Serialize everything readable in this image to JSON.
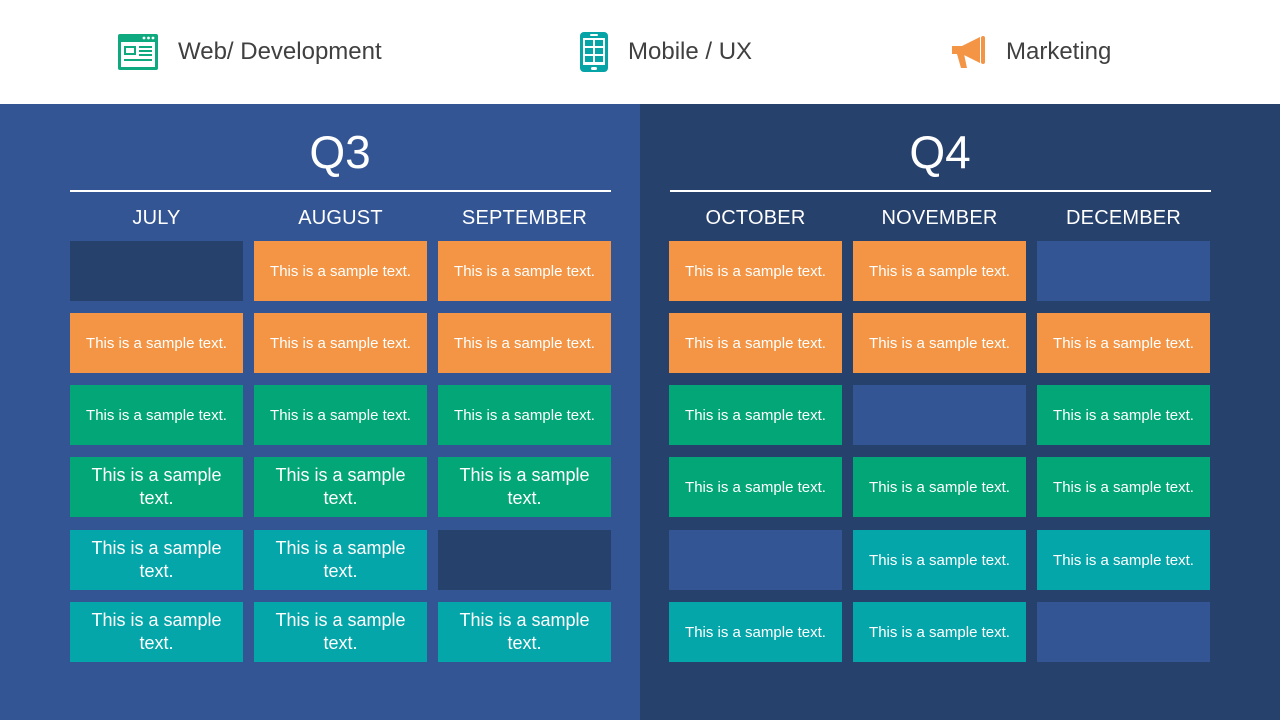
{
  "legend": {
    "items": [
      {
        "label": "Web/ Development",
        "icon": "browser-window-icon",
        "color": "#0ea97e"
      },
      {
        "label": "Mobile / UX",
        "icon": "mobile-phone-icon",
        "color": "#06a3a7"
      },
      {
        "label": "Marketing",
        "icon": "megaphone-icon",
        "color": "#f39545"
      }
    ]
  },
  "colors": {
    "web_development": "#03a676",
    "mobile_ux": "#05a6a9",
    "marketing": "#f39545",
    "q3_background": "#335594",
    "q4_background": "#27416d"
  },
  "quarters": [
    {
      "title": "Q3",
      "months": [
        "JULY",
        "AUGUST",
        "SEPTEMBER"
      ],
      "rows": [
        [
          {
            "category": "empty",
            "text": ""
          },
          {
            "category": "marketing",
            "text": "This is a sample text."
          },
          {
            "category": "marketing",
            "text": "This is a sample text."
          }
        ],
        [
          {
            "category": "marketing",
            "text": "This is a sample text."
          },
          {
            "category": "marketing",
            "text": "This is a sample text."
          },
          {
            "category": "marketing",
            "text": "This is a sample text."
          }
        ],
        [
          {
            "category": "web_development",
            "text": "This is a sample text."
          },
          {
            "category": "web_development",
            "text": "This is a sample text."
          },
          {
            "category": "web_development",
            "text": "This is a sample text."
          }
        ],
        [
          {
            "category": "web_development",
            "text": "This is a sample text."
          },
          {
            "category": "web_development",
            "text": "This is a sample text."
          },
          {
            "category": "web_development",
            "text": "This is a sample text."
          }
        ],
        [
          {
            "category": "mobile_ux",
            "text": "This is a sample text."
          },
          {
            "category": "mobile_ux",
            "text": "This is a sample text."
          },
          {
            "category": "empty",
            "text": ""
          }
        ],
        [
          {
            "category": "mobile_ux",
            "text": "This is a sample text."
          },
          {
            "category": "mobile_ux",
            "text": "This is a sample text."
          },
          {
            "category": "mobile_ux",
            "text": "This is a sample text."
          }
        ]
      ]
    },
    {
      "title": "Q4",
      "months": [
        "OCTOBER",
        "NOVEMBER",
        "DECEMBER"
      ],
      "rows": [
        [
          {
            "category": "marketing",
            "text": "This is a sample text."
          },
          {
            "category": "marketing",
            "text": "This is a sample text."
          },
          {
            "category": "empty",
            "text": ""
          }
        ],
        [
          {
            "category": "marketing",
            "text": "This is a sample text."
          },
          {
            "category": "marketing",
            "text": "This is a sample text."
          },
          {
            "category": "marketing",
            "text": "This is a sample text."
          }
        ],
        [
          {
            "category": "web_development",
            "text": "This is a sample text."
          },
          {
            "category": "empty",
            "text": ""
          },
          {
            "category": "web_development",
            "text": "This is a sample text."
          }
        ],
        [
          {
            "category": "web_development",
            "text": "This is a sample text."
          },
          {
            "category": "web_development",
            "text": "This is a sample text."
          },
          {
            "category": "web_development",
            "text": "This is a sample text."
          }
        ],
        [
          {
            "category": "empty",
            "text": ""
          },
          {
            "category": "mobile_ux",
            "text": "This is a sample text."
          },
          {
            "category": "mobile_ux",
            "text": "This is a sample text."
          }
        ],
        [
          {
            "category": "mobile_ux",
            "text": "This is a sample text."
          },
          {
            "category": "mobile_ux",
            "text": "This is a sample text."
          },
          {
            "category": "empty",
            "text": ""
          }
        ]
      ]
    }
  ]
}
